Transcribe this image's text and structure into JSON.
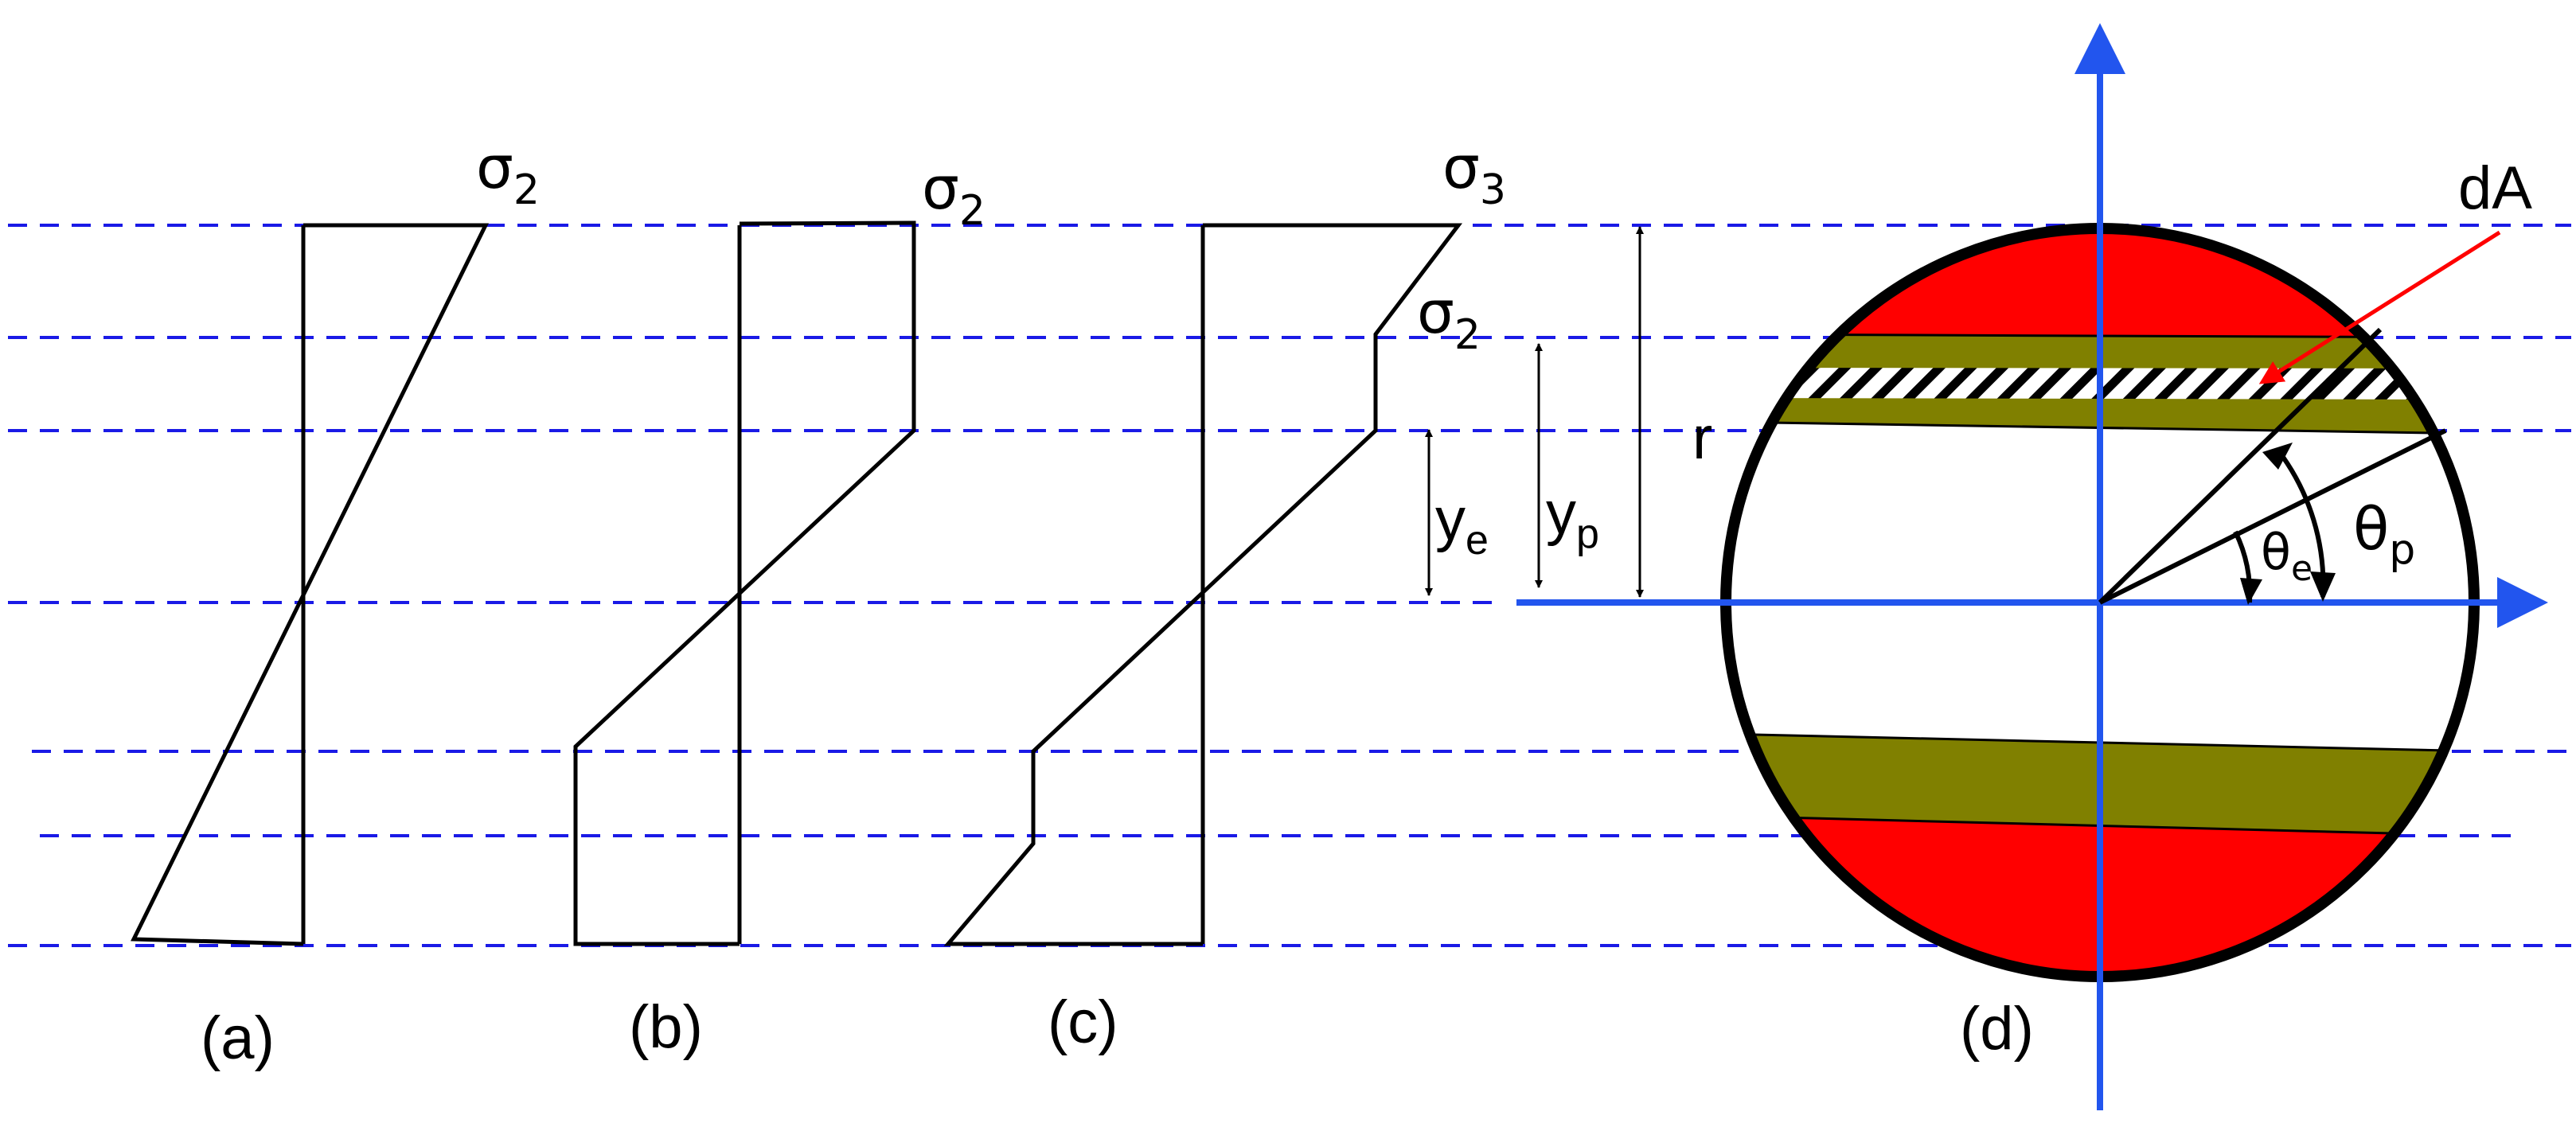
{
  "panels": {
    "a": {
      "label": "(a)",
      "stress_symbol": "σ",
      "stress_sub": "2"
    },
    "b": {
      "label": "(b)",
      "stress_symbol": "σ",
      "stress_sub": "2"
    },
    "c": {
      "label": "(c)",
      "stress_top_symbol": "σ",
      "stress_top_sub": "3",
      "stress_mid_symbol": "σ",
      "stress_mid_sub": "2"
    },
    "d": {
      "label": "(d)"
    }
  },
  "dimensions": {
    "ye": {
      "main": "y",
      "sub": "e"
    },
    "yp": {
      "main": "y",
      "sub": "p"
    },
    "r": {
      "main": "r"
    },
    "y": {
      "main": "y"
    }
  },
  "cross_section": {
    "dA_label": "dA",
    "theta_e": {
      "main": "θ",
      "sub": "e"
    },
    "theta_p": {
      "main": "θ",
      "sub": "p"
    }
  },
  "colors": {
    "guide_dash": "#1a1ae6",
    "axis": "#2255ee",
    "plastic_zone": "#ff0000",
    "transition_zone": "#808000",
    "dA_arrow": "#ff0000",
    "outline": "#000000"
  }
}
